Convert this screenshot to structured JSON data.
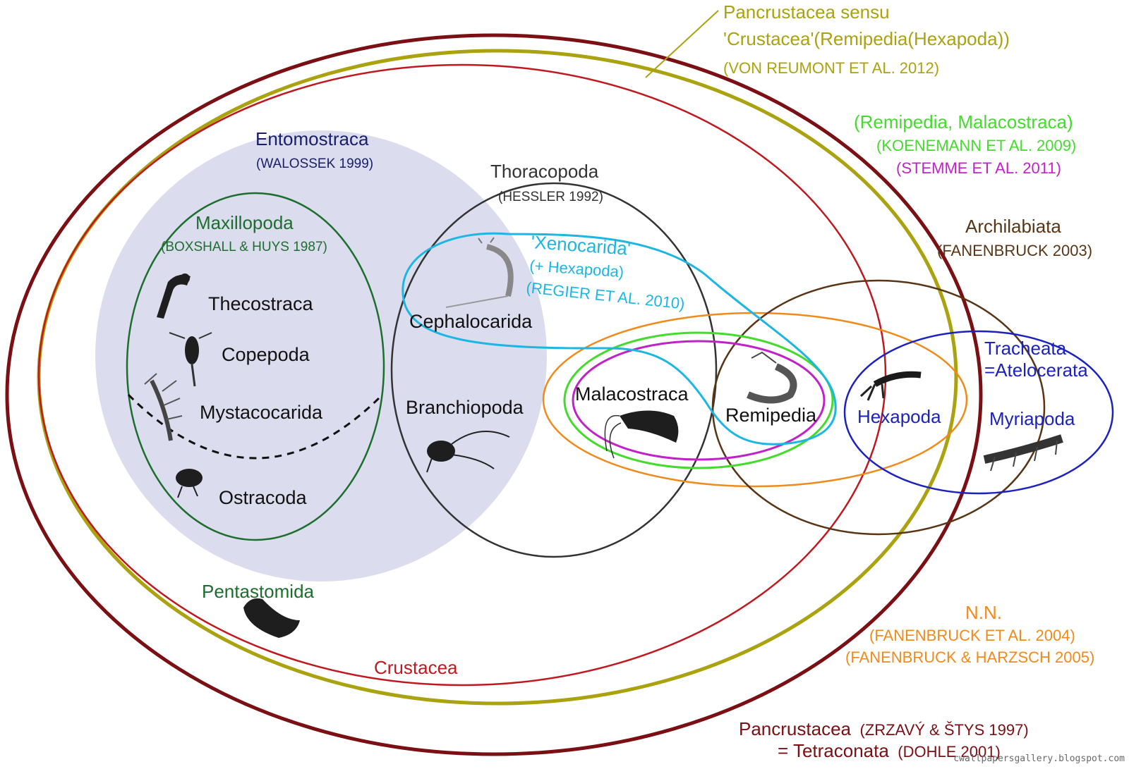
{
  "colors": {
    "pancrustacea": "#7a0f14",
    "pancrustacea_sensu": "#aaa20f",
    "crustacea": "#c0181e",
    "entomostraca_fill": "#d7d9ec",
    "entomostraca_text": "#1a2068",
    "maxillopoda": "#1d6e2e",
    "thoracopoda": "#333333",
    "xenocarida": "#1cb6e3",
    "remipedia_malacostraca": "#43dc2c",
    "stemme": "#c022c8",
    "nn": "#f08a1a",
    "archilabiata": "#5a3515",
    "tracheata": "#1c22c0",
    "animal": "#1e1e1e"
  },
  "pancrustacea_sensu": {
    "line1": "Pancrustacea sensu",
    "line2": "'Crustacea'(Remipedia(Hexapoda))",
    "line3": "(VON REUMONT ET AL. 2012)"
  },
  "remipedia_malacostraca": {
    "title": "(Remipedia, Malacostraca)",
    "cite1": "(KOENEMANN ET AL. 2009)",
    "cite2": "(STEMME ET AL. 2011)"
  },
  "archilabiata": {
    "title": "Archilabiata",
    "cite": "(FANENBRUCK 2003)"
  },
  "entomostraca": {
    "title": "Entomostraca",
    "cite": "(WALOSSEK 1999)"
  },
  "thoracopoda": {
    "title": "Thoracopoda",
    "cite": "(HESSLER 1992)"
  },
  "maxillopoda": {
    "title": "Maxillopoda",
    "cite": "(BOXSHALL & HUYS 1987)"
  },
  "xenocarida": {
    "title": "'Xenocarida'",
    "sub": "(+ Hexapoda)",
    "cite": "(REGIER ET AL. 2010)"
  },
  "tracheata": {
    "line1": "Tracheata",
    "line2": "=Atelocerata"
  },
  "taxa": {
    "thecostraca": "Thecostraca",
    "copepoda": "Copepoda",
    "mystacocarida": "Mystacocarida",
    "ostracoda": "Ostracoda",
    "cephalocarida": "Cephalocarida",
    "branchiopoda": "Branchiopoda",
    "malacostraca": "Malacostraca",
    "remipedia": "Remipedia",
    "hexapoda": "Hexapoda",
    "myriapoda": "Myriapoda",
    "pentastomida": "Pentastomida"
  },
  "crustacea": {
    "title": "Crustacea"
  },
  "nn": {
    "title": "N.N.",
    "cite1": "(FANENBRUCK ET AL. 2004)",
    "cite2": "(FANENBRUCK & HARZSCH 2005)"
  },
  "pancrustacea": {
    "line1_name": "Pancrustacea",
    "line1_cite": "(ZRZAVÝ & ŠTYS 1997)",
    "line2_name": "= Tetraconata",
    "line2_cite": "(DOHLE 2001)"
  },
  "watermark": "cwallpapersgallery.blogspot.com"
}
